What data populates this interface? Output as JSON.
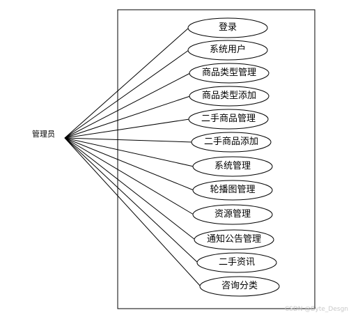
{
  "diagram": {
    "actor": {
      "label": "管理员"
    },
    "use_cases": [
      {
        "id": "login",
        "label": "登录"
      },
      {
        "id": "system-users",
        "label": "系统用户"
      },
      {
        "id": "product-type-manage",
        "label": "商品类型管理"
      },
      {
        "id": "product-type-add",
        "label": "商品类型添加"
      },
      {
        "id": "secondhand-product-manage",
        "label": "二手商品管理"
      },
      {
        "id": "secondhand-product-add",
        "label": "二手商品添加"
      },
      {
        "id": "system-manage",
        "label": "系统管理"
      },
      {
        "id": "carousel-manage",
        "label": "轮播图管理"
      },
      {
        "id": "resource-manage",
        "label": "资源管理"
      },
      {
        "id": "notice-manage",
        "label": "通知公告管理"
      },
      {
        "id": "secondhand-news",
        "label": "二手资讯"
      },
      {
        "id": "consult-category",
        "label": "咨询分类"
      }
    ],
    "colors": {
      "stroke": "#000000",
      "ellipse_fill": "#ffffff",
      "watermark": "#c8c8c8"
    }
  },
  "watermark": "CSDN @Byte_Desgn"
}
